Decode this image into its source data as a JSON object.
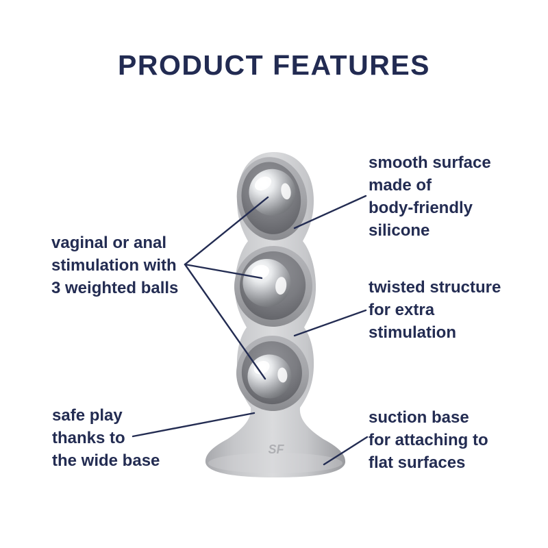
{
  "title": "PRODUCT FEATURES",
  "colors": {
    "background": "#ffffff",
    "text": "#232c52",
    "leader_line": "#232c52",
    "product_body_gray": "#c6c7c9",
    "product_cavity_gray": "#6f7175",
    "metal_ball_gray": "#b5b7bb"
  },
  "callouts": {
    "weighted_balls": "vaginal or anal\nstimulation with\n3 weighted balls",
    "smooth_surface": "smooth surface\nmade of\nbody-friendly\nsilicone",
    "twisted_structure": "twisted structure\nfor extra\nstimulation",
    "safe_play": "safe play\nthanks to\nthe wide base",
    "suction_base": "suction base\nfor attaching to\nflat surfaces"
  },
  "product": {
    "logo": "SF",
    "ball_count": "3"
  }
}
